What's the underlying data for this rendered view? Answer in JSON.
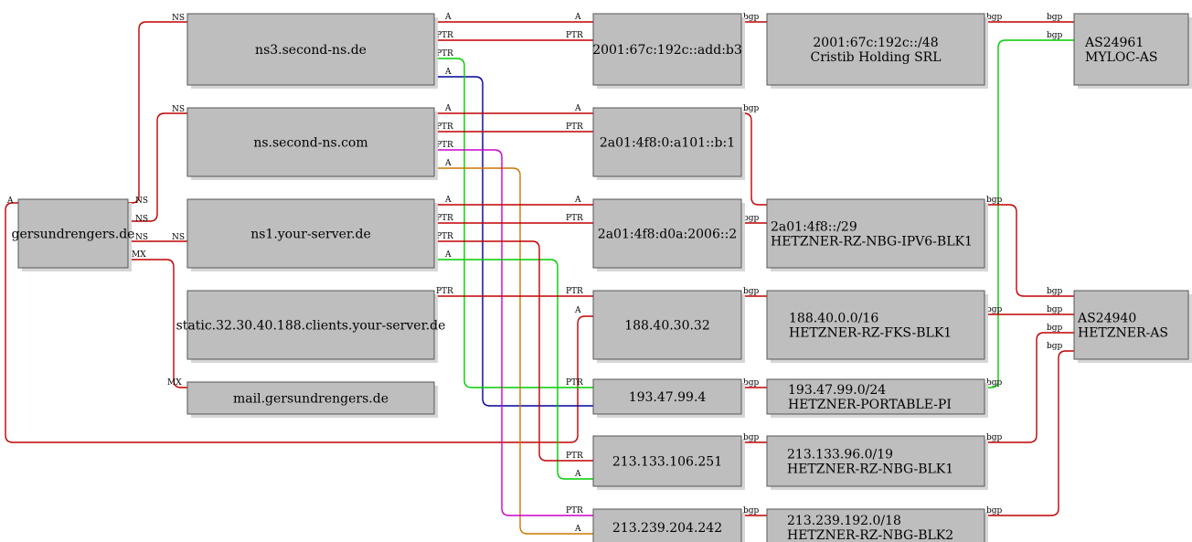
{
  "colors": {
    "red": "#c00000",
    "green": "#00cc00",
    "blue": "#000099",
    "magenta": "#cc00cc",
    "orange": "#cc7700",
    "node_fill": "#bebebe"
  },
  "nodes": {
    "domain": {
      "lines": [
        "gersundrengers.de"
      ]
    },
    "ns3": {
      "lines": [
        "ns3.second-ns.de"
      ]
    },
    "ns": {
      "lines": [
        "ns.second-ns.com"
      ]
    },
    "ns1": {
      "lines": [
        "ns1.your-server.de"
      ]
    },
    "static": {
      "lines": [
        "static.32.30.40.188.clients.your-server.de"
      ]
    },
    "mail": {
      "lines": [
        "mail.gersundrengers.de"
      ]
    },
    "ip_ns3_v6": {
      "lines": [
        "2001:67c:192c::add:b3"
      ]
    },
    "ip_ns_v6": {
      "lines": [
        "2a01:4f8:0:a101::b:1"
      ]
    },
    "ip_ns1_v6": {
      "lines": [
        "2a01:4f8:d0a:2006::2"
      ]
    },
    "ip_188": {
      "lines": [
        "188.40.30.32"
      ]
    },
    "ip_193": {
      "lines": [
        "193.47.99.4"
      ]
    },
    "ip_213_133": {
      "lines": [
        "213.133.106.251"
      ]
    },
    "ip_213_239": {
      "lines": [
        "213.239.204.242"
      ]
    },
    "pfx_cristib": {
      "lines": [
        "2001:67c:192c::/48",
        "Cristib Holding SRL"
      ]
    },
    "pfx_ipv6": {
      "lines": [
        "2a01:4f8::/29",
        "HETZNER-RZ-NBG-IPV6-BLK1"
      ]
    },
    "pfx_fks": {
      "lines": [
        "188.40.0.0/16",
        "HETZNER-RZ-FKS-BLK1"
      ]
    },
    "pfx_portable": {
      "lines": [
        "193.47.99.0/24",
        "HETZNER-PORTABLE-PI"
      ]
    },
    "pfx_nbg1": {
      "lines": [
        "213.133.96.0/19",
        "HETZNER-RZ-NBG-BLK1"
      ]
    },
    "pfx_nbg2": {
      "lines": [
        "213.239.192.0/18",
        "HETZNER-RZ-NBG-BLK2"
      ]
    },
    "as_myloc": {
      "lines": [
        "AS24961",
        "MYLOC-AS"
      ]
    },
    "as_hetzner": {
      "lines": [
        "AS24940",
        "HETZNER-AS"
      ]
    }
  },
  "edges": [
    {
      "from": "domain",
      "to": "ns3",
      "label": "NS",
      "color": "red"
    },
    {
      "from": "domain",
      "to": "ns",
      "label": "NS",
      "color": "red"
    },
    {
      "from": "domain",
      "to": "ns1",
      "label": "NS",
      "color": "red"
    },
    {
      "from": "domain",
      "to": "mail",
      "label": "MX",
      "color": "red"
    },
    {
      "from": "domain",
      "to": "ip_188",
      "label": "A",
      "color": "red"
    },
    {
      "from": "ns3",
      "to": "ip_ns3_v6",
      "label": "A",
      "color": "red"
    },
    {
      "from": "ip_ns3_v6",
      "to": "ns3",
      "label": "PTR",
      "color": "red"
    },
    {
      "from": "ns3",
      "to": "ip_193",
      "label": "A",
      "color": "blue"
    },
    {
      "from": "ip_193",
      "to": "ns3",
      "label": "PTR",
      "color": "green"
    },
    {
      "from": "ns",
      "to": "ip_ns_v6",
      "label": "A",
      "color": "red"
    },
    {
      "from": "ip_ns_v6",
      "to": "ns",
      "label": "PTR",
      "color": "red"
    },
    {
      "from": "ns",
      "to": "ip_213_239",
      "label": "A",
      "color": "orange"
    },
    {
      "from": "ip_213_239",
      "to": "ns",
      "label": "PTR",
      "color": "magenta"
    },
    {
      "from": "ns1",
      "to": "ip_ns1_v6",
      "label": "A",
      "color": "red"
    },
    {
      "from": "ip_ns1_v6",
      "to": "ns1",
      "label": "PTR",
      "color": "red"
    },
    {
      "from": "ns1",
      "to": "ip_213_133",
      "label": "A",
      "color": "green"
    },
    {
      "from": "ip_213_133",
      "to": "ns1",
      "label": "PTR",
      "color": "red"
    },
    {
      "from": "ip_188",
      "to": "static",
      "label": "PTR",
      "color": "red"
    },
    {
      "from": "ip_ns3_v6",
      "to": "pfx_cristib",
      "label": "bgp",
      "color": "red"
    },
    {
      "from": "ip_ns_v6",
      "to": "pfx_ipv6",
      "label": "bgp",
      "color": "red"
    },
    {
      "from": "ip_ns1_v6",
      "to": "pfx_ipv6",
      "label": "bgp",
      "color": "red"
    },
    {
      "from": "ip_188",
      "to": "pfx_fks",
      "label": "bgp",
      "color": "red"
    },
    {
      "from": "ip_193",
      "to": "pfx_portable",
      "label": "bgp",
      "color": "red"
    },
    {
      "from": "ip_213_133",
      "to": "pfx_nbg1",
      "label": "bgp",
      "color": "red"
    },
    {
      "from": "ip_213_239",
      "to": "pfx_nbg2",
      "label": "bgp",
      "color": "red"
    },
    {
      "from": "pfx_cristib",
      "to": "as_myloc",
      "label": "bgp",
      "color": "red"
    },
    {
      "from": "pfx_portable",
      "to": "as_myloc",
      "label": "bgp",
      "color": "green"
    },
    {
      "from": "pfx_ipv6",
      "to": "as_hetzner",
      "label": "bgp",
      "color": "red"
    },
    {
      "from": "pfx_fks",
      "to": "as_hetzner",
      "label": "bgp",
      "color": "red"
    },
    {
      "from": "pfx_nbg1",
      "to": "as_hetzner",
      "label": "bgp",
      "color": "red"
    },
    {
      "from": "pfx_nbg2",
      "to": "as_hetzner",
      "label": "bgp",
      "color": "red"
    }
  ]
}
